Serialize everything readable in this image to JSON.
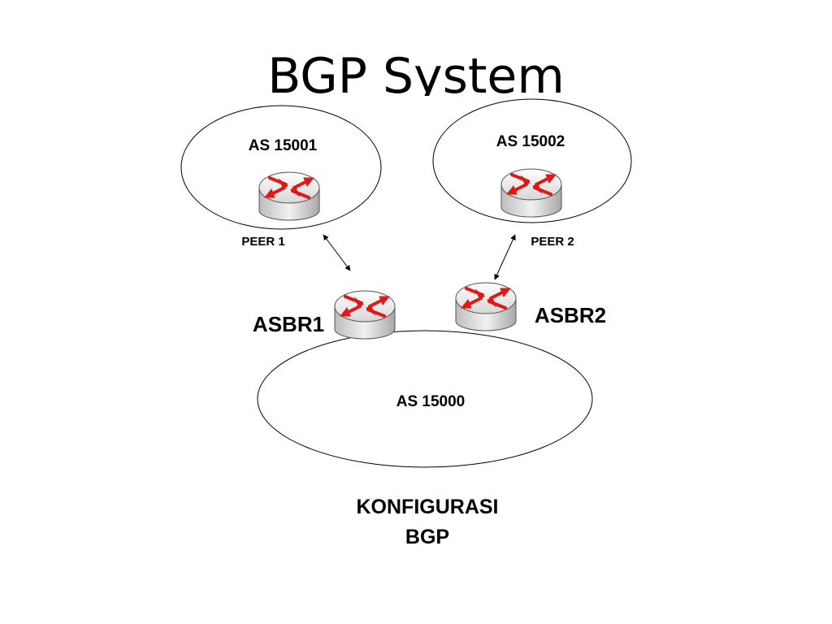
{
  "slide": {
    "title": "BGP System"
  },
  "diagram": {
    "as_top_left": "AS 15001",
    "as_top_right": "AS 15002",
    "as_bottom": "AS 15000",
    "peer1": "PEER 1",
    "peer2": "PEER 2",
    "asbr1": "ASBR1",
    "asbr2": "ASBR2",
    "caption_line1": "KONFIGURASI",
    "caption_line2": "BGP"
  },
  "colors": {
    "router_arrow": "#e01818",
    "router_body": "#d9d9d9",
    "line": "#000000"
  }
}
